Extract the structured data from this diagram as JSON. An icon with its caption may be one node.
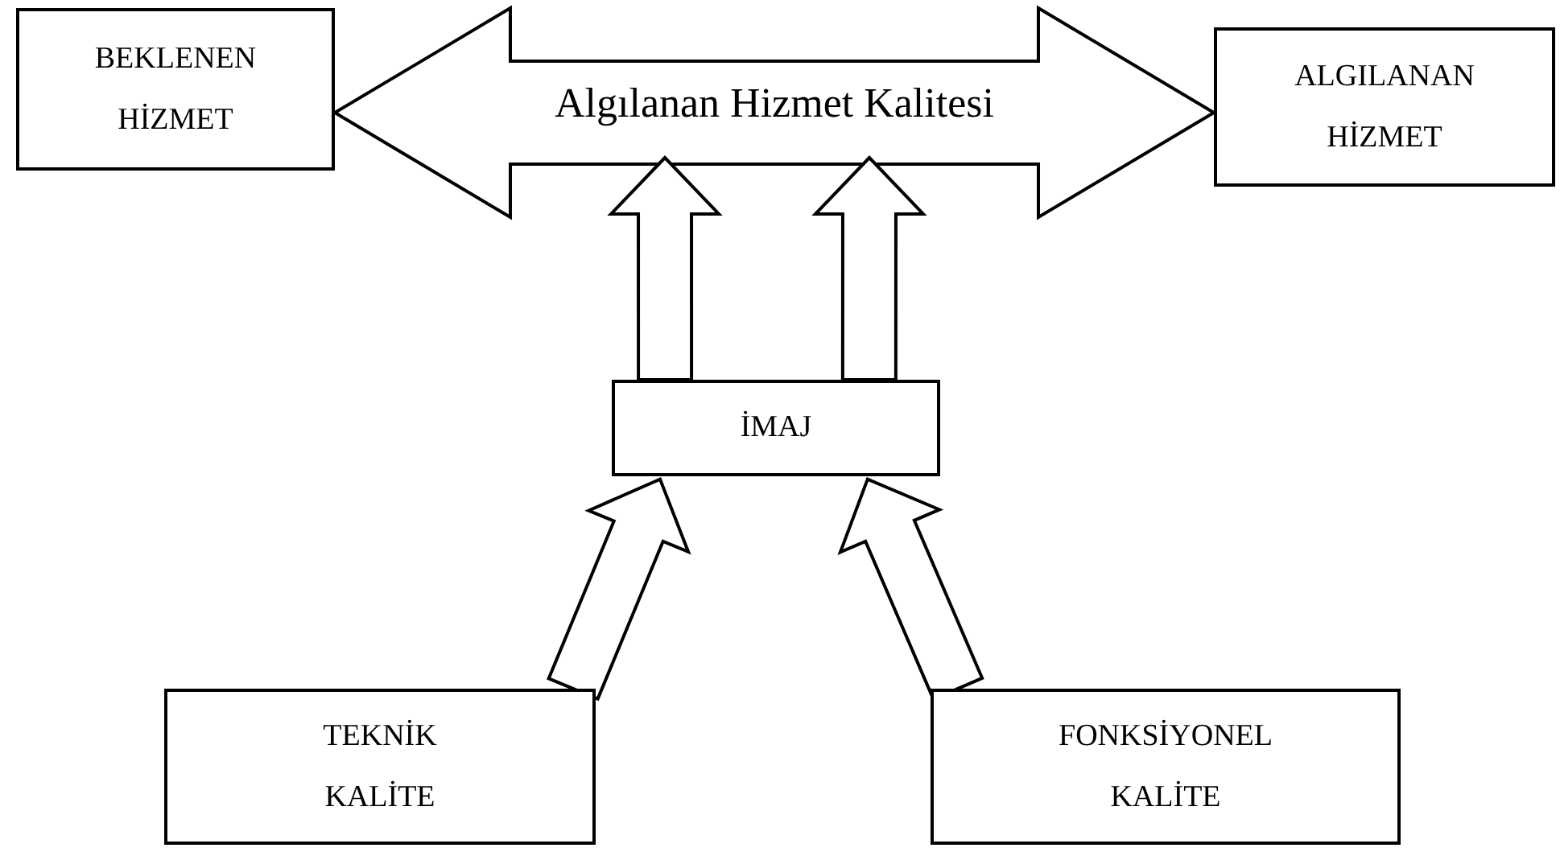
{
  "diagram": {
    "nodes": [
      {
        "text": [
          "BEKLENEN HİZMET"
        ]
      },
      {
        "text": [
          "ALGILANAN HİZMET"
        ]
      },
      {
        "text": [
          "İMAJ"
        ]
      },
      {
        "text": [
          "TEKNİK KALİTE"
        ]
      },
      {
        "text": [
          "FONKSİYONEL KALİTE"
        ]
      }
    ],
    "edges": [
      {
        "from": 0,
        "to": 1,
        "arrow": "both",
        "label": "Algılanan Hizmet Kalitesi"
      },
      {
        "from": 2,
        "to": null,
        "arrow": "to"
      },
      {
        "from": 2,
        "to": null,
        "arrow": "to"
      },
      {
        "from": 3,
        "to": 2,
        "arrow": "to"
      },
      {
        "from": 4,
        "to": 2,
        "arrow": "to"
      }
    ]
  }
}
